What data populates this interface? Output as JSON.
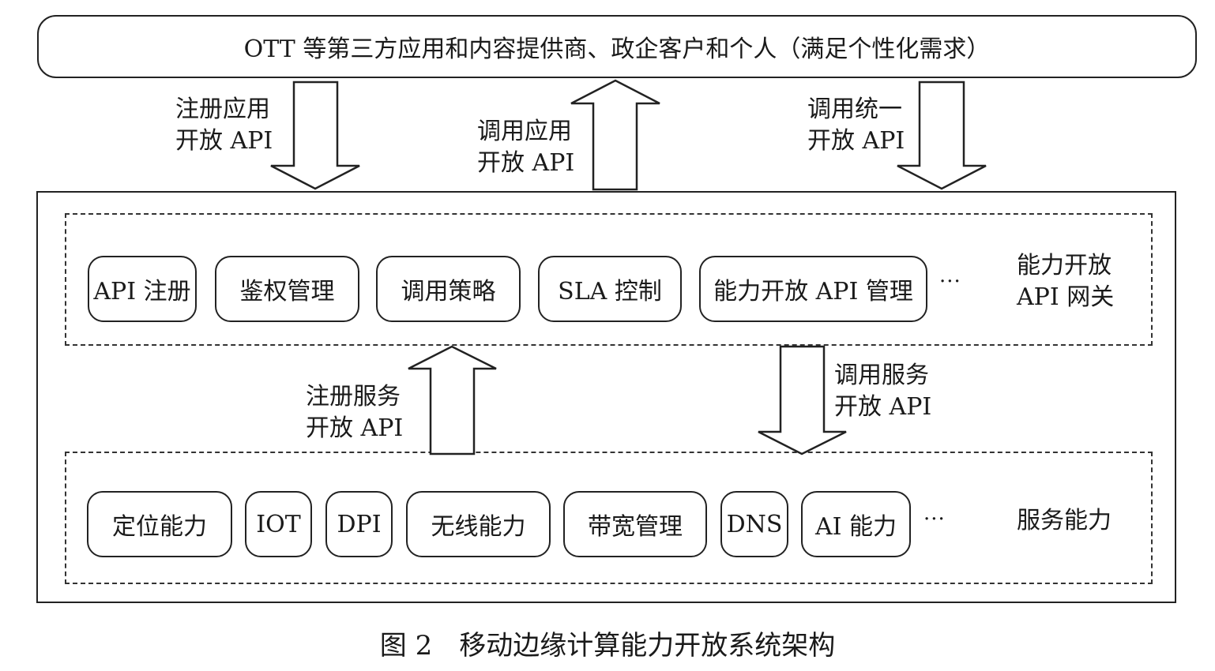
{
  "top_box": {
    "text": "OTT 等第三方应用和内容提供商、政企客户和个人（满足个性化需求）"
  },
  "arrows_top": {
    "register_app": {
      "line1": "注册应用",
      "line2": "开放 API"
    },
    "invoke_app": {
      "line1": "调用应用",
      "line2": "开放 API"
    },
    "invoke_unified": {
      "line1": "调用统一",
      "line2": "开放 API"
    }
  },
  "gateway": {
    "title_line1": "能力开放",
    "title_line2": "API 网关",
    "items": [
      "API 注册",
      "鉴权管理",
      "调用策略",
      "SLA 控制",
      "能力开放 API 管理"
    ],
    "more": "···"
  },
  "arrows_mid": {
    "register_service": {
      "line1": "注册服务",
      "line2": "开放 API"
    },
    "invoke_service": {
      "line1": "调用服务",
      "line2": "开放 API"
    }
  },
  "services": {
    "title": "服务能力",
    "items": [
      "定位能力",
      "IOT",
      "DPI",
      "无线能力",
      "带宽管理",
      "DNS",
      "AI 能力"
    ],
    "more": "···"
  },
  "caption": "图 2　移动边缘计算能力开放系统架构"
}
